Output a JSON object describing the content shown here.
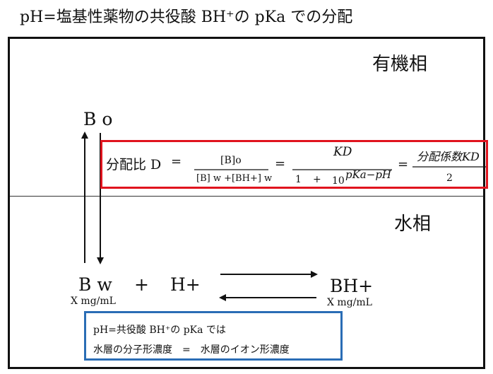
{
  "title": "pH=塩基性薬物の共役酸 BH⁺の pKa での分配",
  "phases": {
    "organic": "有機相",
    "aqueous": "水相"
  },
  "species": {
    "b_organic": "B o",
    "b_water": "B w",
    "b_water_conc": "X mg/mL",
    "plus": "+",
    "proton": "H+",
    "conjugate_acid": "BH+",
    "conjugate_acid_conc": "X mg/mL"
  },
  "equation": {
    "lhs": "分配比 D",
    "eq1": "=",
    "frac1_num": "[B]o",
    "frac1_den": "[B] w +[BH+] w",
    "eq2": "=",
    "frac2_num": "KD",
    "frac2_den_one": "1",
    "frac2_den_plus": "+",
    "frac2_den_ten": "10",
    "frac2_den_exp": "pKa−pH",
    "eq3": "=",
    "frac3_num": "分配係数KD",
    "frac3_den": "2"
  },
  "note": {
    "line1": "pH=共役酸 BH⁺の pKa では",
    "line2": "水層の分子形濃度　=　水層のイオン形濃度"
  },
  "colors": {
    "equation_box": "#e0141e",
    "note_box": "#2a6db5",
    "frame": "#111111"
  }
}
